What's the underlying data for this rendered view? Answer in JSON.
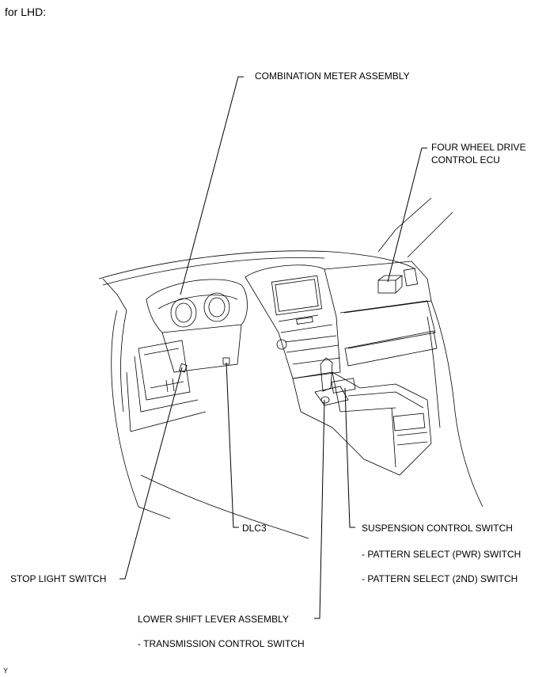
{
  "header": {
    "text": "for LHD:"
  },
  "labels": {
    "combination_meter": "COMBINATION METER ASSEMBLY",
    "four_wheel_drive_ecu_line1": "FOUR WHEEL DRIVE",
    "four_wheel_drive_ecu_line2": "CONTROL ECU",
    "dlc3": "DLC3",
    "suspension_control_switch": "SUSPENSION CONTROL SWITCH",
    "pattern_select_pwr": "- PATTERN SELECT (PWR) SWITCH",
    "pattern_select_2nd": "- PATTERN SELECT (2ND) SWITCH",
    "stop_light_switch": "STOP LIGHT SWITCH",
    "lower_shift_lever": "LOWER SHIFT LEVER ASSEMBLY",
    "transmission_control_switch": "- TRANSMISSION CONTROL SWITCH"
  },
  "footer": {
    "mark": "Y"
  }
}
